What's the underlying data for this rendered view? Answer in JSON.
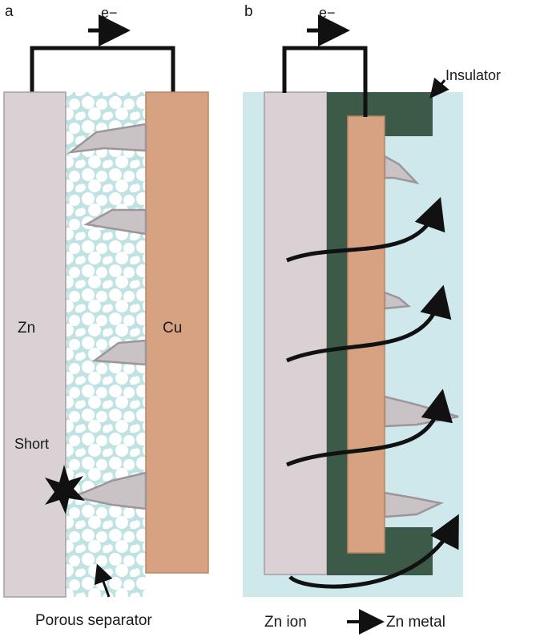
{
  "panel_a": {
    "label": "a",
    "electron_label": "e−",
    "anode_label": "Zn",
    "cathode_label": "Cu",
    "short_label": "Short",
    "separator_label": "Porous separator"
  },
  "panel_b": {
    "label": "b",
    "electron_label": "e−",
    "insulator_label": "Insulator",
    "legend_from": "Zn ion",
    "legend_to": "Zn metal"
  },
  "colors": {
    "zn": "#d9d1d4",
    "cu": "#d6a282",
    "electrolyte": "#cfe8ec",
    "insulator": "#3b5a48",
    "dendrite": "#c9c3c6"
  }
}
